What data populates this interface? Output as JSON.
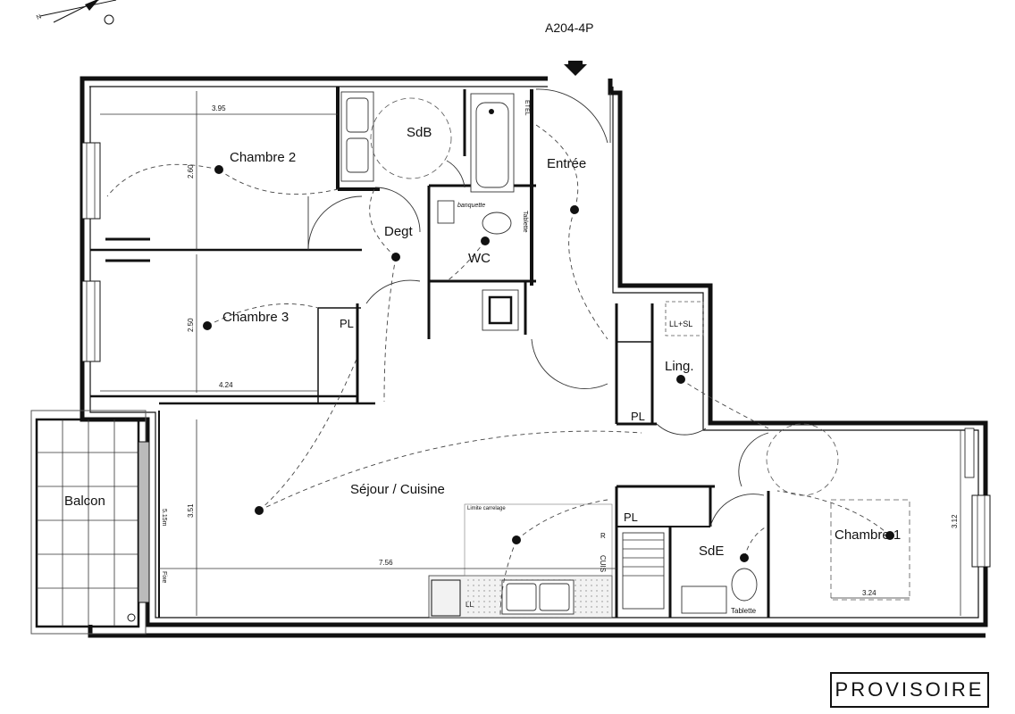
{
  "plan_code": "A204-4P",
  "stamp": "PROVISOIRE",
  "rooms": {
    "chambre2": "Chambre 2",
    "chambre3": "Chambre 3",
    "sdb": "SdB",
    "entree": "Entrée",
    "degt": "Degt",
    "wc": "WC",
    "ling": "Ling.",
    "sejour": "Séjour / Cuisine",
    "balcon": "Balcon",
    "sde": "SdE",
    "chambre1": "Chambre 1"
  },
  "cupboards": {
    "pl1": "PL",
    "pl2": "PL",
    "pl3": "PL",
    "llsl": "LL+SL"
  },
  "annotations": {
    "etel": "ETEL",
    "banquette": "banquette",
    "tablette1": "Tablette",
    "tablette2": "Tablette",
    "limite": "Limite carrelage",
    "fixe": "Fixe",
    "ll": "LL",
    "r": "R",
    "cuis": "CUIS"
  },
  "dimensions": {
    "d395": "3.95",
    "d260": "2.60",
    "d250": "2.50",
    "d424": "4.24",
    "d351": "3.51",
    "d756": "7.56",
    "d312": "3.12",
    "d324": "3.24",
    "d515": "5.15m"
  }
}
